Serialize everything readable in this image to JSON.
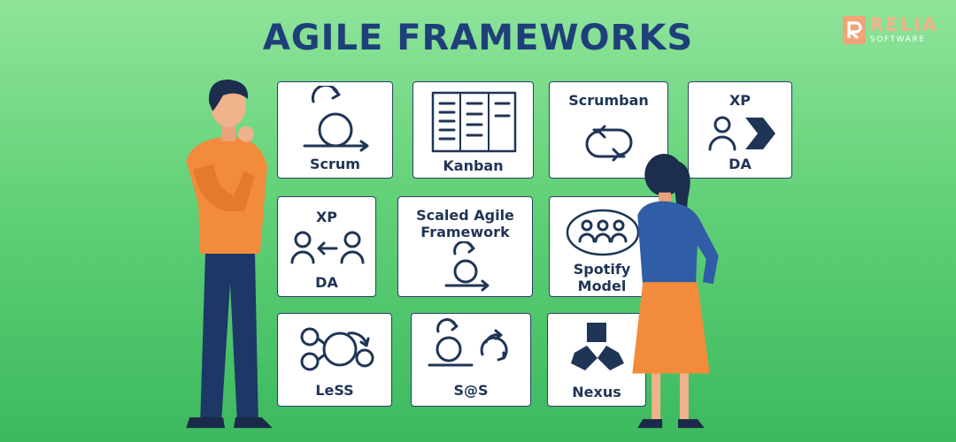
{
  "title": "AGILE FRAMEWORKS",
  "logo": {
    "name": "RELIA",
    "sub": "SOFTWARE"
  },
  "cards": {
    "scrum": "Scrum",
    "kanban": "Kanban",
    "scrumban": "Scrumban",
    "xpda1": {
      "top": "XP",
      "bottom": "DA"
    },
    "xpda2": {
      "top": "XP",
      "bottom": "DA"
    },
    "safe": {
      "line1": "Scaled Agile",
      "line2": "Framework"
    },
    "spotify": {
      "line1": "Spotify",
      "line2": "Model"
    },
    "less": "LeSS",
    "sas": "S@S",
    "nexus": "Nexus"
  },
  "colors": {
    "title": "#1f3f7a",
    "icon": "#1f3556",
    "accent": "#f6b189",
    "shirt": "#f28b3c",
    "pants": "#1d3766"
  }
}
